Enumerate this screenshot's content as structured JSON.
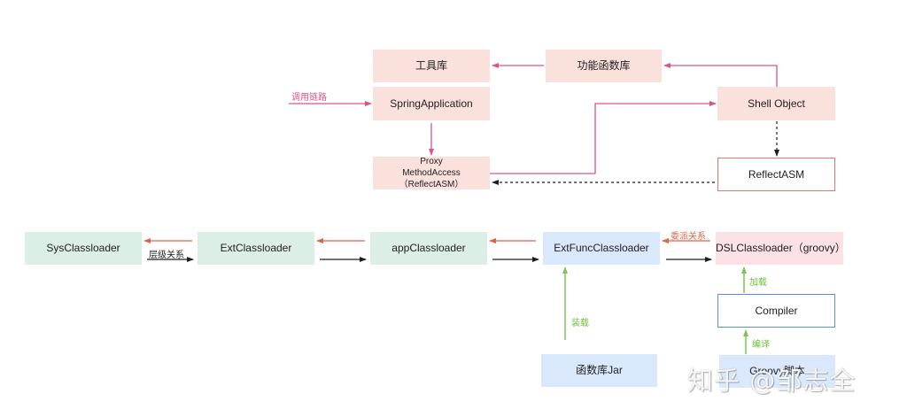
{
  "nodes": {
    "tool_lib": "工具库",
    "func_lib": "功能函数库",
    "spring_app": "SpringApplication",
    "shell_object": "Shell Object",
    "proxy_line1": "Proxy",
    "proxy_line2": "MethodAccess（ReflectASM）",
    "reflect_asm": "ReflectASM",
    "sys_classloader": "SysClassloader",
    "ext_classloader": "ExtClassloader",
    "app_classloader": "appClassloader",
    "extfunc_classloader": "ExtFuncClassloader",
    "dsl_classloader": "DSLClassloader（groovy）",
    "compiler": "Compiler",
    "func_jar": "函数库Jar",
    "groovy_script": "Groovy脚本"
  },
  "labels": {
    "call_chain": "调用链路",
    "hierarchy": "层级关系",
    "delegation": "委派关系",
    "load_jar": "装载",
    "load": "加载",
    "compile": "编译"
  },
  "colors": {
    "pink_arrow": "#d9538e",
    "red_arrow": "#e0624a",
    "green_arrow": "#7cc653",
    "black_arrow": "#1e1e1e"
  },
  "watermark": "知乎 @邹志全"
}
